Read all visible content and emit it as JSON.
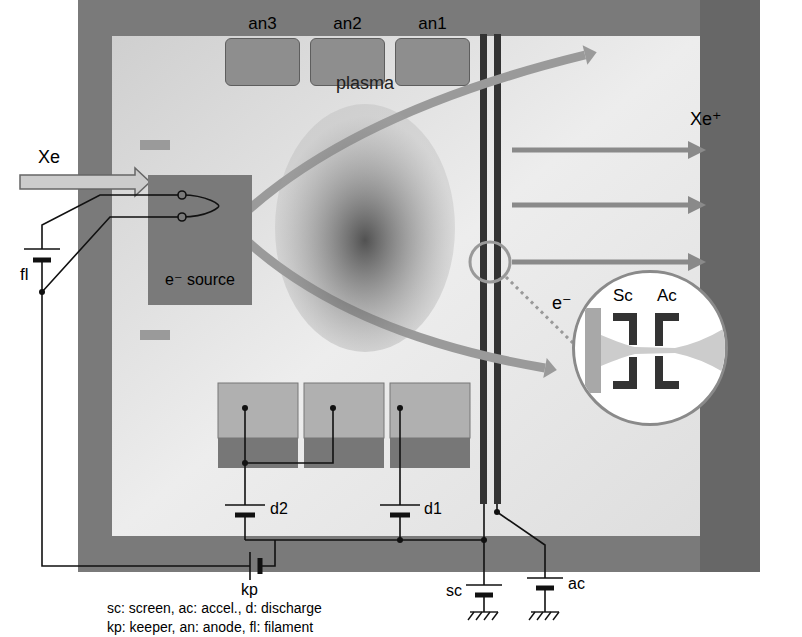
{
  "diagram": {
    "nodes": [
      {
        "text": [
          "e⁻ source"
        ]
      },
      {
        "text": [
          "an3"
        ]
      },
      {
        "text": [
          "an2"
        ]
      },
      {
        "text": [
          "an1"
        ]
      },
      {
        "text": [
          "plasma"
        ]
      },
      {
        "text": [
          "Sc",
          "Ac"
        ]
      }
    ],
    "labels": [
      "Xe",
      "e⁻",
      "Xe⁺",
      "fl",
      "kp",
      "d2",
      "d1",
      "sc",
      "ac",
      "sc: screen, ac: accel., d: discharge",
      "kp: keeper, an: anode, fl: filament"
    ]
  }
}
